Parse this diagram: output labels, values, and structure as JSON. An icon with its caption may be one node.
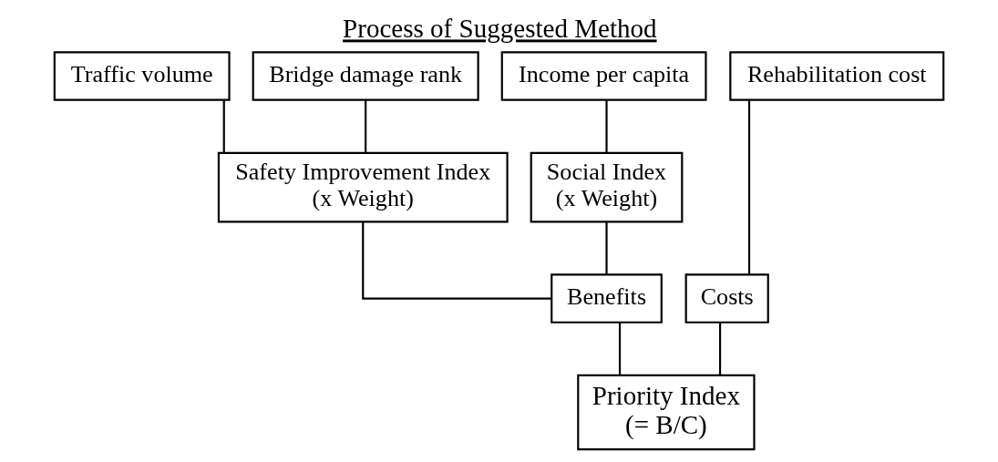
{
  "diagram": {
    "title": "Process of Suggested Method",
    "nodes": [
      {
        "text": [
          "Traffic volume"
        ]
      },
      {
        "text": [
          "Bridge damage rank"
        ]
      },
      {
        "text": [
          "Income per capita"
        ]
      },
      {
        "text": [
          "Rehabilitation cost"
        ]
      },
      {
        "text": [
          "Safety Improvement Index (x Weight)"
        ]
      },
      {
        "text": [
          "Social Index (x Weight)"
        ]
      },
      {
        "text": [
          "Benefits"
        ]
      },
      {
        "text": [
          "Costs"
        ]
      },
      {
        "text": [
          "Priority Index (= B/C)"
        ]
      }
    ],
    "edges": [
      {
        "from": 0,
        "to": 4,
        "arrow": "none"
      },
      {
        "from": 1,
        "to": 4,
        "arrow": "none"
      },
      {
        "from": 2,
        "to": 5,
        "arrow": "none"
      },
      {
        "from": 3,
        "to": 7,
        "arrow": "none"
      },
      {
        "from": 4,
        "to": 6,
        "arrow": "none"
      },
      {
        "from": 5,
        "to": 6,
        "arrow": "none"
      },
      {
        "from": 6,
        "to": 8,
        "arrow": "none"
      },
      {
        "from": 7,
        "to": 8,
        "arrow": "none"
      }
    ]
  }
}
